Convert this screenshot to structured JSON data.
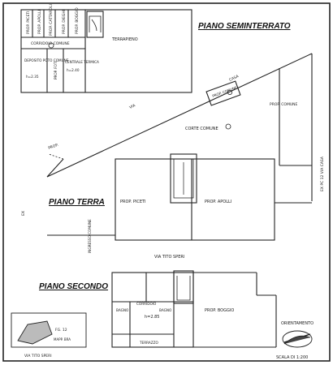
{
  "titles": {
    "semi": "PIANO SEMINTERRATO",
    "terra": "PIANO TERRA",
    "secondo": "PIANO SECONDO"
  },
  "semi_rooms": {
    "prop1": "PROP. PICETI",
    "prop2": "PROP. APOLLI",
    "prop3": "PROP. CATTAROLI",
    "prop4": "PROP. DIEGHI",
    "prop5": "PROP. BOGGIO",
    "corridoio": "CORRIDOIO COMUNE",
    "deposito": "DEPOSITO POTO COMUNE",
    "deposito_h": "h=2.35",
    "cantina": "PROP. FOTI",
    "centrale": "CENTRALE TERMICA",
    "centrale_h": "h=2.40",
    "terrapieno": "TERRAPIENO"
  },
  "site": {
    "via_top": "VIA",
    "casa": "CASA",
    "prop_comune_box": "PROP. COMUNE",
    "prop_comune_right": "PROP. COMUNE",
    "corte_comune": "CORTE COMUNE",
    "right_side": "EX PC 12 VIA CASA",
    "left_side": "EX",
    "prop_left": "PROP.",
    "prop_piceti": "PROP. PICETI",
    "prop_apolli": "PROP. APOLLI",
    "ingresso": "INGRESSO COMUNE",
    "via_tito": "VIA TITO SPERI"
  },
  "secondo": {
    "corridoio": "CORRIDOIO",
    "bagno": "BAGNO",
    "h": "h=2.85",
    "terrazzo": "TERRAZZO",
    "prop_boggio": "PROP. BOGGIO"
  },
  "key_map": {
    "label": "FG. 12",
    "sub": "MAPP. BRA",
    "via": "VIA TITO SPERI"
  },
  "orientation": "ORIENTAMENTO",
  "scale": "SCALA DI 1:200"
}
